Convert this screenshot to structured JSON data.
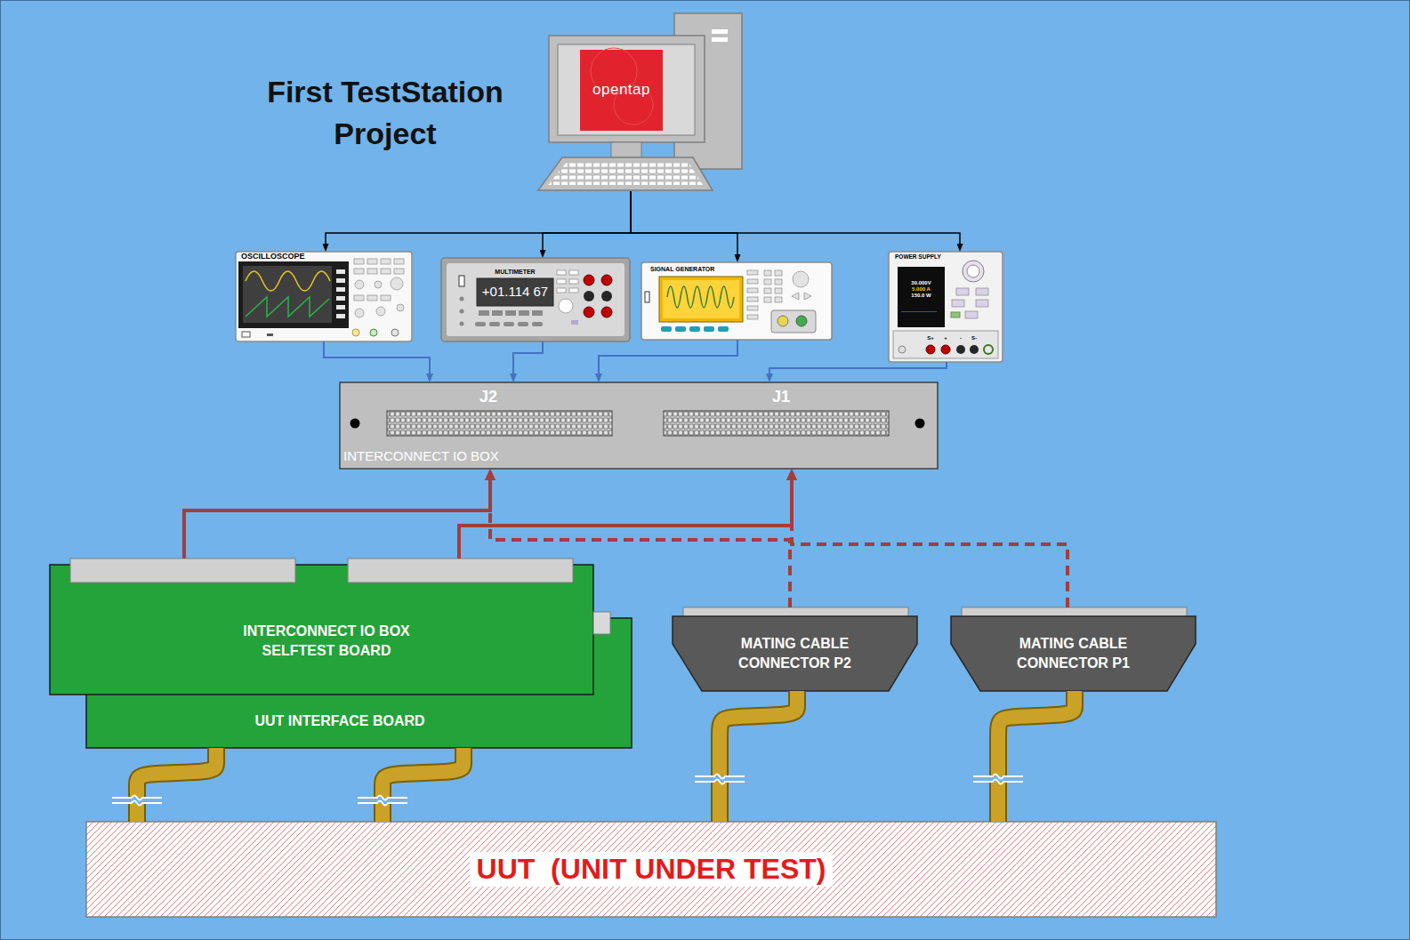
{
  "diagram": {
    "title": "First TestStation Project",
    "nodes": [
      {
        "text": [
          "opentap"
        ]
      },
      {
        "text": [
          "OSCILLOSCOPE"
        ]
      },
      {
        "text": [
          "MULTIMETER",
          "+01.114 67"
        ]
      },
      {
        "text": [
          "SIGNAL GENERATOR"
        ]
      },
      {
        "text": [
          "POWER SUPPLY",
          "30.000V",
          "5.000 A",
          "150.0 W",
          "S+",
          "+",
          "-",
          "S-"
        ]
      },
      {
        "text": [
          "J2",
          "J1",
          "INTERCONNECT IO BOX"
        ]
      },
      {
        "text": [
          "INTERCONNECT IO BOX SELFTEST BOARD"
        ]
      },
      {
        "text": [
          "UUT INTERFACE BOARD"
        ]
      },
      {
        "text": [
          "MATING CABLE CONNECTOR P2"
        ]
      },
      {
        "text": [
          "MATING CABLE CONNECTOR P1"
        ]
      },
      {
        "text": [
          "UUT  (UNIT UNDER TEST)"
        ]
      }
    ],
    "edges": [
      {
        "from": 0,
        "to": 1,
        "arrow": "to"
      },
      {
        "from": 0,
        "to": 2,
        "arrow": "to"
      },
      {
        "from": 0,
        "to": 3,
        "arrow": "to"
      },
      {
        "from": 0,
        "to": 4,
        "arrow": "to"
      },
      {
        "from": 1,
        "to": 5,
        "arrow": "to"
      },
      {
        "from": 2,
        "to": 5,
        "arrow": "to"
      },
      {
        "from": 3,
        "to": 5,
        "arrow": "to"
      },
      {
        "from": 4,
        "to": 5,
        "arrow": "to"
      },
      {
        "from": 8,
        "to": 5,
        "arrow": "to"
      },
      {
        "from": 9,
        "to": 5,
        "arrow": "to"
      },
      {
        "from": 6,
        "to": 5,
        "arrow": "to"
      },
      {
        "from": 6,
        "to": 5,
        "arrow": "to"
      },
      {
        "from": 7,
        "to": 10,
        "arrow": "none"
      },
      {
        "from": 7,
        "to": 10,
        "arrow": "none"
      },
      {
        "from": 8,
        "to": 10,
        "arrow": "none"
      },
      {
        "from": 9,
        "to": 10,
        "arrow": "none"
      }
    ]
  }
}
